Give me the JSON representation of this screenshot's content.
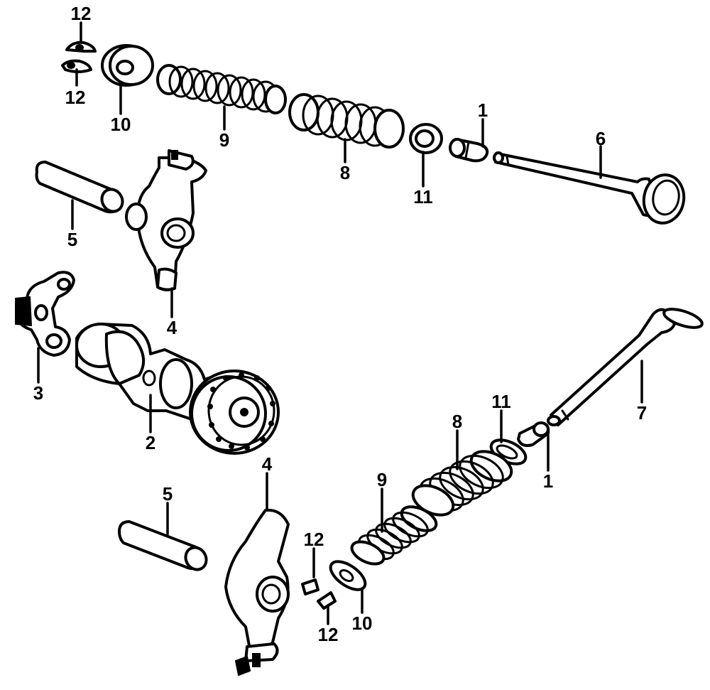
{
  "diagram": {
    "callouts": {
      "c1_upper": "1",
      "c1_lower": "1",
      "c2": "2",
      "c3": "3",
      "c4_upper": "4",
      "c4_lower": "4",
      "c5_upper": "5",
      "c5_lower": "5",
      "c6": "6",
      "c7": "7",
      "c8_upper": "8",
      "c8_lower": "8",
      "c9_upper": "9",
      "c9_lower": "9",
      "c10_upper": "10",
      "c10_lower": "10",
      "c11_upper": "11",
      "c11_lower": "11",
      "c12_upper_a": "12",
      "c12_upper_b": "12",
      "c12_lower_a": "12",
      "c12_lower_b": "12"
    },
    "colors": {
      "ink": "#000000",
      "paper": "#ffffff"
    }
  }
}
